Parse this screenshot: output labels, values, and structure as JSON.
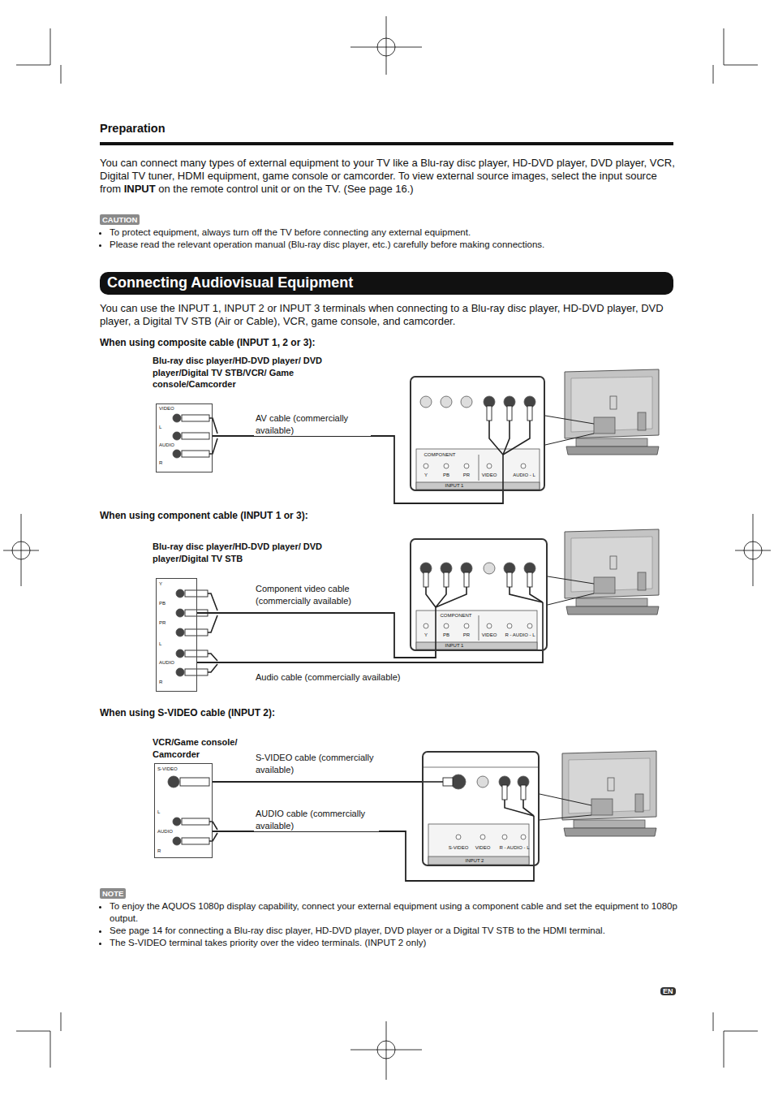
{
  "diagram": {
    "title": "Connecting Audiovisual Equipment",
    "nodes": [
      {
        "text": [
          "VIDEO",
          "L",
          "AUDIO",
          "R"
        ]
      },
      {
        "text": [
          "COMPONENT",
          "Y",
          "PB",
          "PR",
          "VIDEO",
          "AUDIO - L",
          "INPUT 1"
        ]
      },
      {
        "text": [
          "Y",
          "PB",
          "PR",
          "L",
          "AUDIO",
          "R"
        ]
      },
      {
        "text": [
          "COMPONENT",
          "Y",
          "PB",
          "PR",
          "VIDEO",
          "R - AUDIO - L",
          "INPUT 1"
        ]
      },
      {
        "text": [
          "S-VIDEO",
          "L",
          "AUDIO",
          "R"
        ]
      },
      {
        "text": [
          "S-VIDEO",
          "VIDEO",
          "R - AUDIO - L",
          "INPUT 2"
        ]
      }
    ],
    "edges": [
      {
        "from": 0,
        "to": 1,
        "arrow": "none",
        "label": "AV cable (commercially available)"
      },
      {
        "from": 2,
        "to": 3,
        "arrow": "none",
        "label": "Component video cable (commercially available)"
      },
      {
        "from": 2,
        "to": 3,
        "arrow": "none",
        "label": "Audio cable (commercially available)"
      },
      {
        "from": 4,
        "to": 5,
        "arrow": "none",
        "label": "S-VIDEO cable (commercially available)"
      },
      {
        "from": 4,
        "to": 5,
        "arrow": "none",
        "label": "AUDIO cable (commercially available)"
      }
    ],
    "labels": [
      "Preparation",
      "You can connect many types of external equipment to your TV like a Blu-ray disc player, HD-DVD player, DVD player, VCR, Digital TV tuner, HDMI equipment, game console or camcorder. To view external source images, select the input source from",
      "INPUT",
      "on the remote control unit or on the TV. (See page 16.)",
      "CAUTION",
      "To protect equipment, always turn off the TV before connecting any external equipment.",
      "Please read the relevant operation manual (Blu-ray disc player, etc.) carefully before making connections.",
      "You can use the INPUT 1, INPUT 2 or INPUT 3 terminals when connecting to a Blu-ray disc player, HD-DVD player, DVD player, a Digital TV STB (Air or Cable), VCR, game console, and camcorder.",
      "When using composite cable (INPUT 1, 2 or 3):",
      "Blu-ray disc player/HD-DVD player/ DVD player/Digital TV STB/VCR/ Game console/Camcorder",
      "When using component cable (INPUT 1 or 3):",
      "Blu-ray disc player/HD-DVD player/ DVD player/Digital TV STB",
      "When using S-VIDEO cable (INPUT 2):",
      "VCR/Game console/ Camcorder",
      "NOTE",
      "To enjoy the AQUOS 1080p display capability, connect your external equipment using a component cable and set the equipment to 1080p output.",
      "See page 14 for connecting a Blu-ray disc player, HD-DVD player, DVD player or a Digital TV STB to the HDMI terminal.",
      "The S-VIDEO terminal takes priority over the video terminals. (INPUT 2 only)",
      "EN"
    ]
  }
}
